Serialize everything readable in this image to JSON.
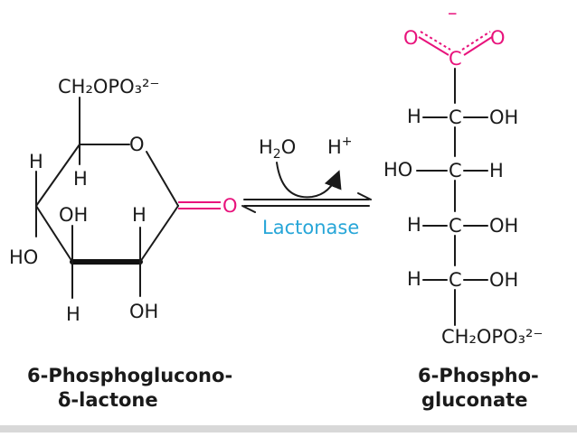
{
  "colors": {
    "ink": "#1a1a1a",
    "carboxylate": "#e8137c",
    "enzyme": "#27a6d8",
    "background": "#ffffff"
  },
  "lactone": {
    "ch2opo3": "CH₂OPO₃²⁻",
    "ring_O": "O",
    "carbonyl_O": "O",
    "H_upper_left": "H",
    "H_inner": "H",
    "OH_inner": "OH",
    "H_right": "H",
    "HO_left": "HO",
    "H_bottom": "H",
    "OH_bottom": "OH",
    "name_line1": "6-Phosphoglucono-",
    "name_line2": "δ-lactone"
  },
  "reaction": {
    "reactant_main": "H",
    "reactant_sub": "2",
    "reactant_tail": "O",
    "product": "H",
    "product_sup": "+",
    "enzyme": "Lactonase"
  },
  "gluconate": {
    "charge": "–",
    "O_left": "O",
    "C_top": "C",
    "O_right": "O",
    "rows": [
      {
        "left": "H",
        "center": "C",
        "right": "OH"
      },
      {
        "left": "HO",
        "center": "C",
        "right": "H"
      },
      {
        "left": "H",
        "center": "C",
        "right": "OH"
      },
      {
        "left": "H",
        "center": "C",
        "right": "OH"
      }
    ],
    "ch2opo3": "CH₂OPO₃²⁻",
    "name_line1": "6-Phospho-",
    "name_line2": "gluconate"
  }
}
